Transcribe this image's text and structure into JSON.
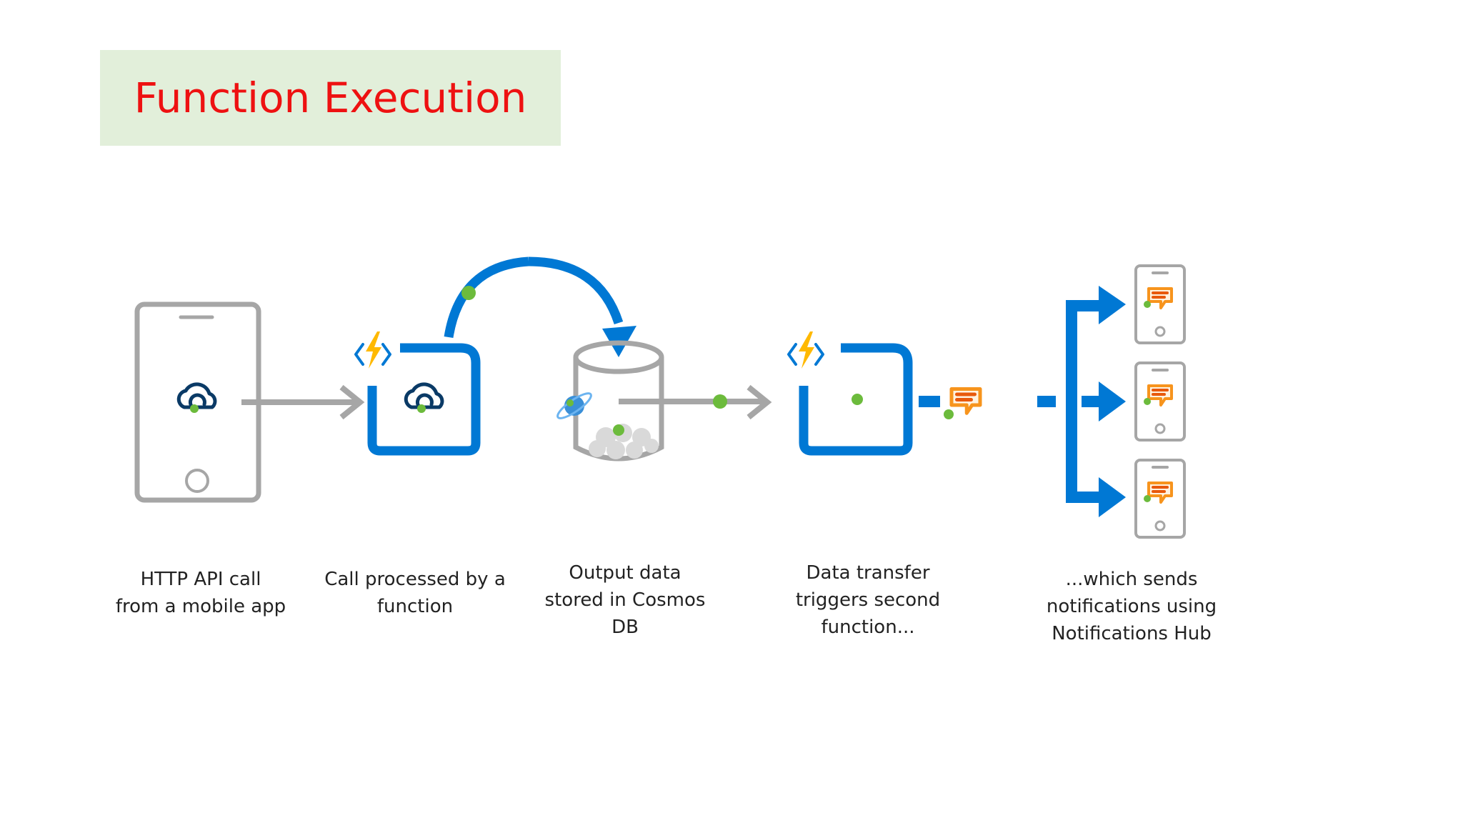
{
  "title": "Function Execution",
  "colors": {
    "title_text": "#ee1111",
    "title_background": "#e2efda",
    "flow_blue": "#0078d4",
    "arrow_gray": "#a6a6a6",
    "device_gray": "#a6a6a6",
    "data_green": "#6cbb3c",
    "lightning_yellow": "#ffb900",
    "notification_orange": "#f7941d"
  },
  "steps": [
    {
      "icon": "mobile-phone-cloud-icon",
      "lines": [
        "HTTP API call",
        "from a mobile app"
      ]
    },
    {
      "icon": "azure-function-icon",
      "lines": [
        "Call processed by a",
        "function"
      ]
    },
    {
      "icon": "cosmos-db-icon",
      "lines": [
        "Output data",
        "stored in Cosmos",
        "DB"
      ]
    },
    {
      "icon": "azure-function-icon",
      "lines": [
        "Data transfer",
        "triggers second",
        "function..."
      ]
    },
    {
      "icon": "notification-hub-icon",
      "lines": [
        "...which sends",
        "notifications using",
        "Notifications Hub"
      ]
    }
  ]
}
